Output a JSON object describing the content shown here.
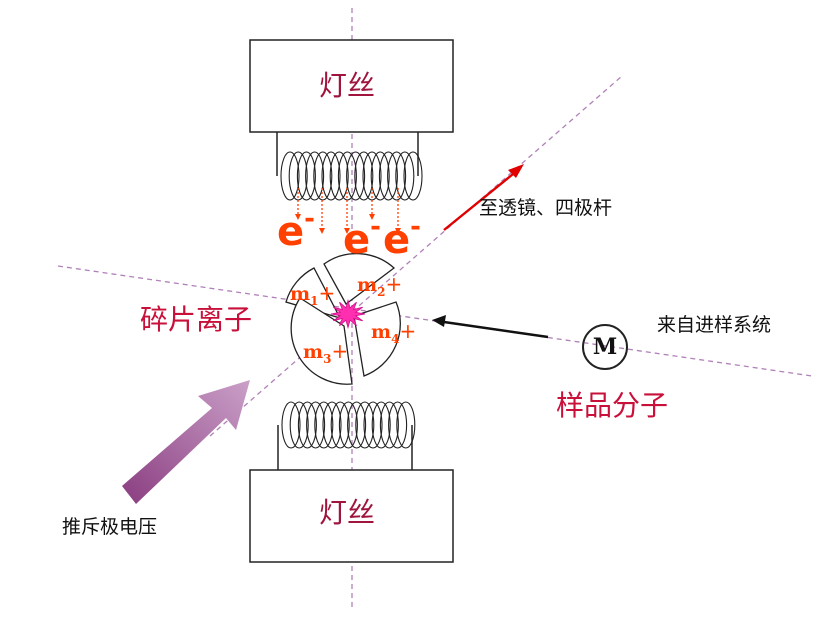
{
  "filament_top": "灯丝",
  "filament_bottom": "灯丝",
  "electron_symbol": "e",
  "electron_charge": "-",
  "labels": {
    "to_lens": "至透镜、四极杆",
    "fragment_ions": "碎片离子",
    "from_sampler": "来自进样系统",
    "sample_molecule": "样品分子",
    "repeller_voltage": "推斥极电压"
  },
  "molecule_symbol": "M",
  "fragments": [
    {
      "m": "m",
      "sub": "1",
      "charge": "+"
    },
    {
      "m": "m",
      "sub": "2",
      "charge": "+"
    },
    {
      "m": "m",
      "sub": "3",
      "charge": "+"
    },
    {
      "m": "m",
      "sub": "4",
      "charge": "+"
    }
  ],
  "colors": {
    "label_red": "#c8103a",
    "electron_orange": "#ff4000",
    "arrow_red": "#e00000",
    "repeller_arrow": "#a8609a",
    "burst_magenta": "#ff2fb0",
    "guide_line": "#b080b8"
  }
}
